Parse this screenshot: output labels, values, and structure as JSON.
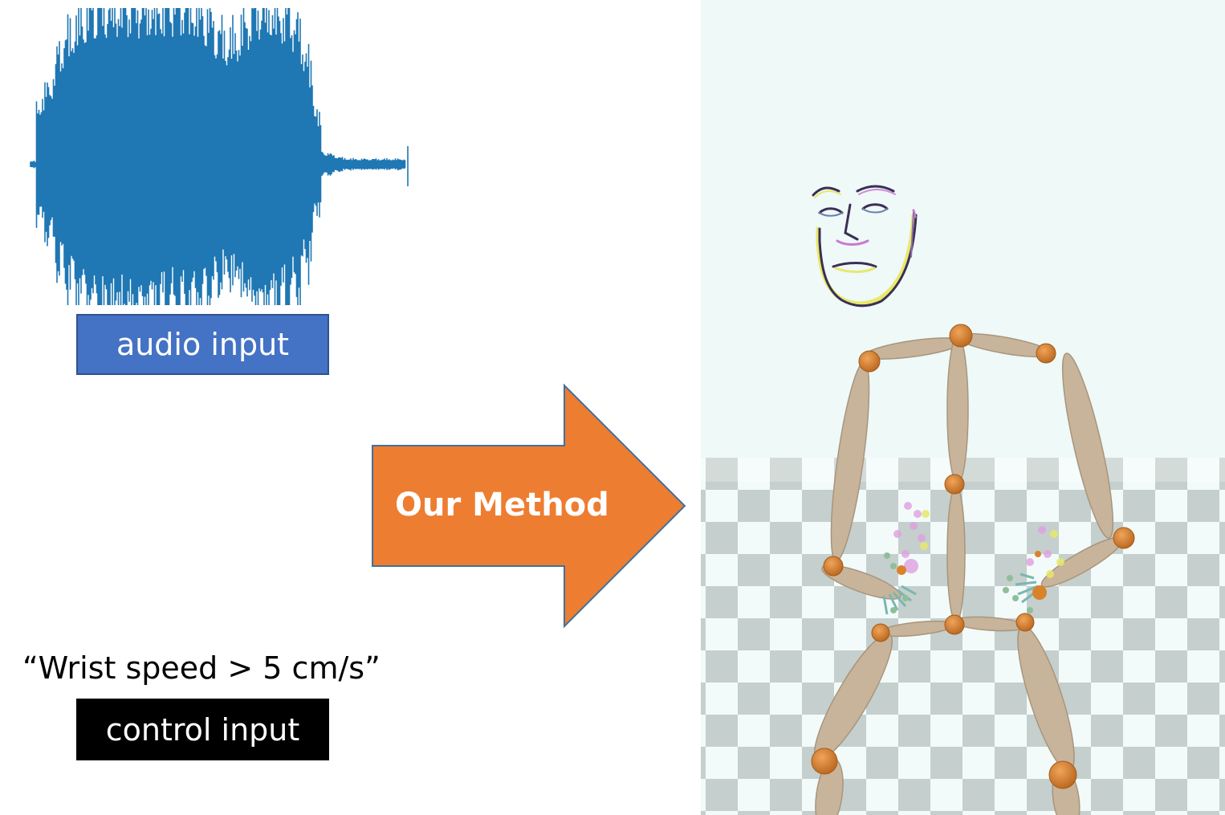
{
  "audio_label": "audio input",
  "method_label": "Our Method",
  "control_text": "“Wrist speed > 5 cm/s”",
  "control_label": "control input",
  "colors": {
    "waveform": "#1f77b4",
    "audio_box": "#4472c4",
    "arrow": "#ed7d31",
    "control_box": "#000000",
    "bone": "#c8b49a",
    "joint": "#d9822b",
    "scene_bg": "#eef9f8",
    "floor_dark": "#c5cfcd",
    "floor_light": "#f2fbfa"
  }
}
